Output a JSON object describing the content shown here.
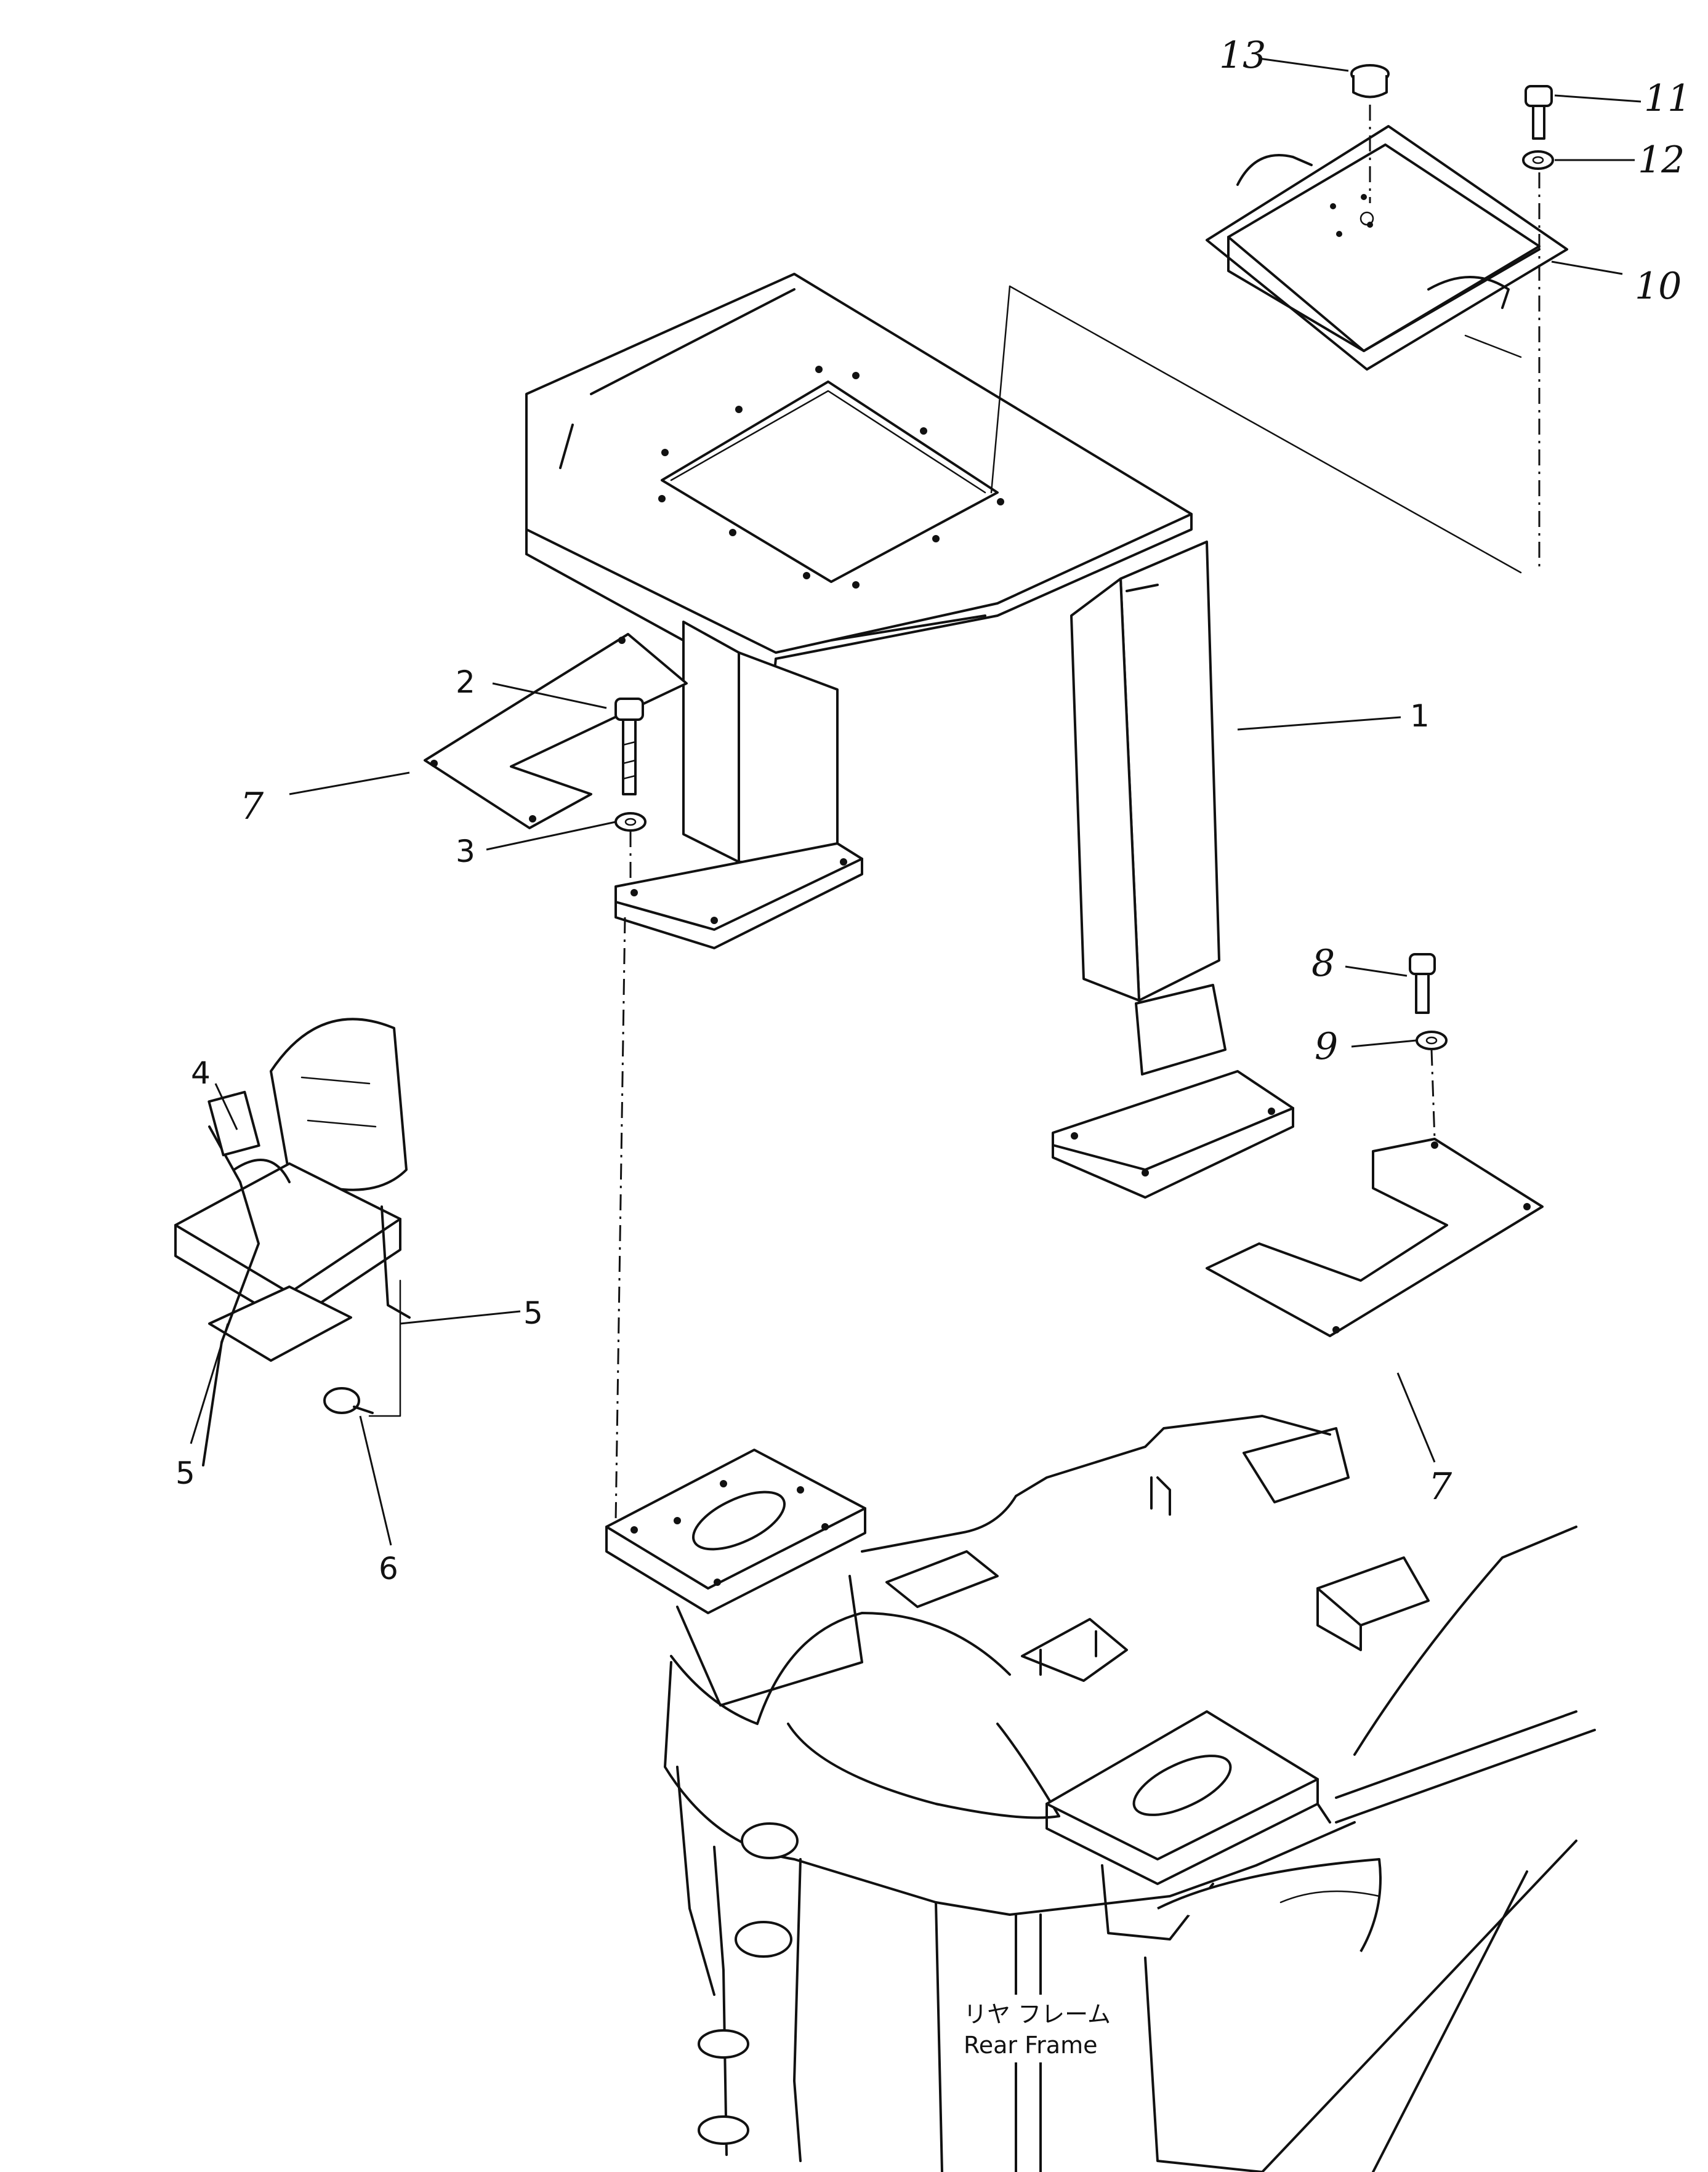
{
  "callouts": [
    {
      "id": "1",
      "label": "1"
    },
    {
      "id": "2",
      "label": "2"
    },
    {
      "id": "3",
      "label": "3"
    },
    {
      "id": "4",
      "label": "4"
    },
    {
      "id": "5a",
      "label": "5"
    },
    {
      "id": "5b",
      "label": "5"
    },
    {
      "id": "6",
      "label": "6"
    },
    {
      "id": "7a",
      "label": "7"
    },
    {
      "id": "7b",
      "label": "7"
    },
    {
      "id": "8",
      "label": "8"
    },
    {
      "id": "9",
      "label": "9"
    },
    {
      "id": "10",
      "label": "10"
    },
    {
      "id": "11",
      "label": "11"
    },
    {
      "id": "12",
      "label": "12"
    },
    {
      "id": "13",
      "label": "13"
    }
  ],
  "frame_label": {
    "japanese": "リヤ フレーム",
    "english": "Rear Frame"
  },
  "colors": {
    "line": "#111111",
    "background": "#ffffff"
  }
}
